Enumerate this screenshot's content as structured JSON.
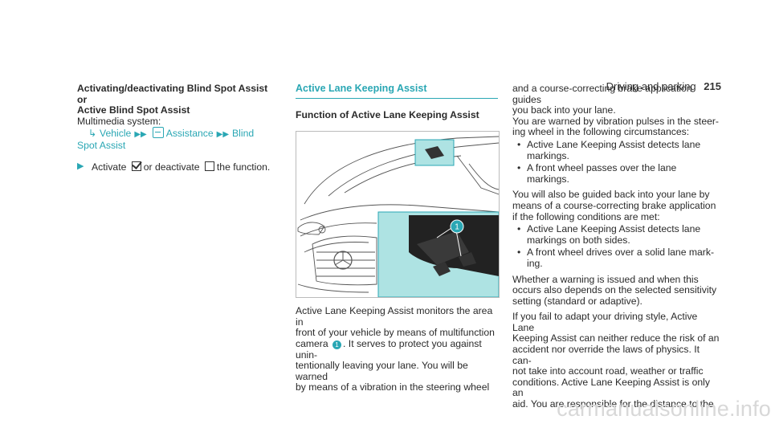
{
  "header": {
    "section": "Driving and parking",
    "page_number": "215"
  },
  "col1": {
    "heading_line1": "Activating/deactivating Blind Spot Assist or",
    "heading_line2": "Active Blind Spot Assist",
    "system_label": "Multimedia system:",
    "nav_vehicle": "Vehicle",
    "nav_assistance": "Assistance",
    "nav_blind": "Blind",
    "nav_spot_assist": "Spot Assist",
    "activate_word": "Activate",
    "or_deactivate": "or deactivate",
    "the_function": "the function."
  },
  "col2": {
    "section_title": "Active Lane Keeping Assist",
    "subtitle": "Function of Active Lane Keeping Assist",
    "callout_number": "1",
    "para_lines": [
      "Active Lane Keeping Assist monitors the area in",
      "front of your vehicle by means of multifunction"
    ],
    "para_camera": "camera",
    "para_after_callout": ". It serves to protect you against unin-",
    "para_lines2": [
      "tentionally leaving your lane. You will be warned",
      "by means of a vibration in the steering wheel"
    ]
  },
  "col3": {
    "intro_lines": [
      "and a course-correcting brake application guides",
      "you back into your lane.",
      "You are warned by vibration pulses in the steer-",
      "ing wheel in the following circumstances:"
    ],
    "bullets1": [
      "Active Lane Keeping Assist detects lane markings.",
      "A front wheel passes over the lane markings."
    ],
    "guided_lines": [
      "You will also be guided back into your lane by",
      "means of a course-correcting brake application",
      "if the following conditions are met:"
    ],
    "bullets2": [
      "Active Lane Keeping Assist detects lane markings on both sides.",
      "A front wheel drives over a solid lane mark- ing."
    ],
    "whether_lines": [
      "Whether a warning is issued and when this",
      "occurs also depends on the selected sensitivity",
      "setting (standard or adaptive)."
    ],
    "fail_lines": [
      "If you fail to adapt your driving style, Active Lane",
      "Keeping Assist can neither reduce the risk of an",
      "accident nor override the laws of physics. It can-",
      "not take into account road, weather or traffic",
      "conditions. Active Lane Keeping Assist is only an",
      "aid. You are responsible for the distance to the"
    ]
  },
  "watermark": "carmanualsonline.info",
  "colors": {
    "accent": "#2aa7b4",
    "highlight_panel": "#aee3e3"
  }
}
